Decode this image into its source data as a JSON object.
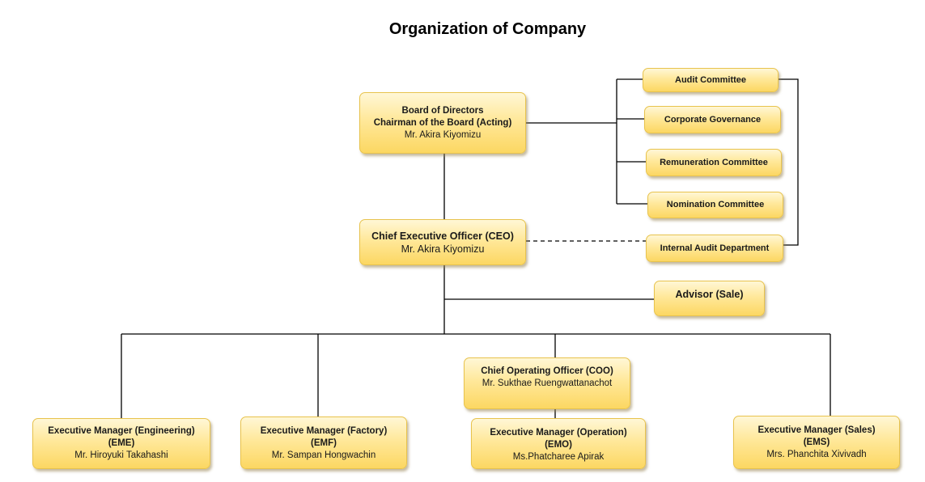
{
  "title": "Organization of Company",
  "board": {
    "line1": "Board of Directors",
    "line2": "Chairman of the Board (Acting)",
    "name": "Mr. Akira Kiyomizu"
  },
  "ceo": {
    "role": "Chief Executive Officer (CEO)",
    "name": "Mr. Akira Kiyomizu"
  },
  "committees": [
    "Audit Committee",
    "Corporate Governance",
    "Remuneration Committee",
    "Nomination Committee"
  ],
  "internal_audit": "Internal Audit Department",
  "advisor": "Advisor (Sale)",
  "coo": {
    "role": "Chief Operating Officer (COO)",
    "name": "Mr. Sukthae Ruengwattanachot"
  },
  "managers": [
    {
      "role": "Executive Manager (Engineering)",
      "abbr": "(EME)",
      "name": "Mr. Hiroyuki Takahashi"
    },
    {
      "role": "Executive Manager (Factory)",
      "abbr": "(EMF)",
      "name": "Mr. Sampan Hongwachin"
    },
    {
      "role": "Executive Manager (Operation)",
      "abbr": "(EMO)",
      "name": "Ms.Phatcharee Apirak"
    },
    {
      "role": "Executive Manager (Sales)",
      "abbr": "(EMS)",
      "name": "Mrs. Phanchita Xivivadh"
    }
  ]
}
